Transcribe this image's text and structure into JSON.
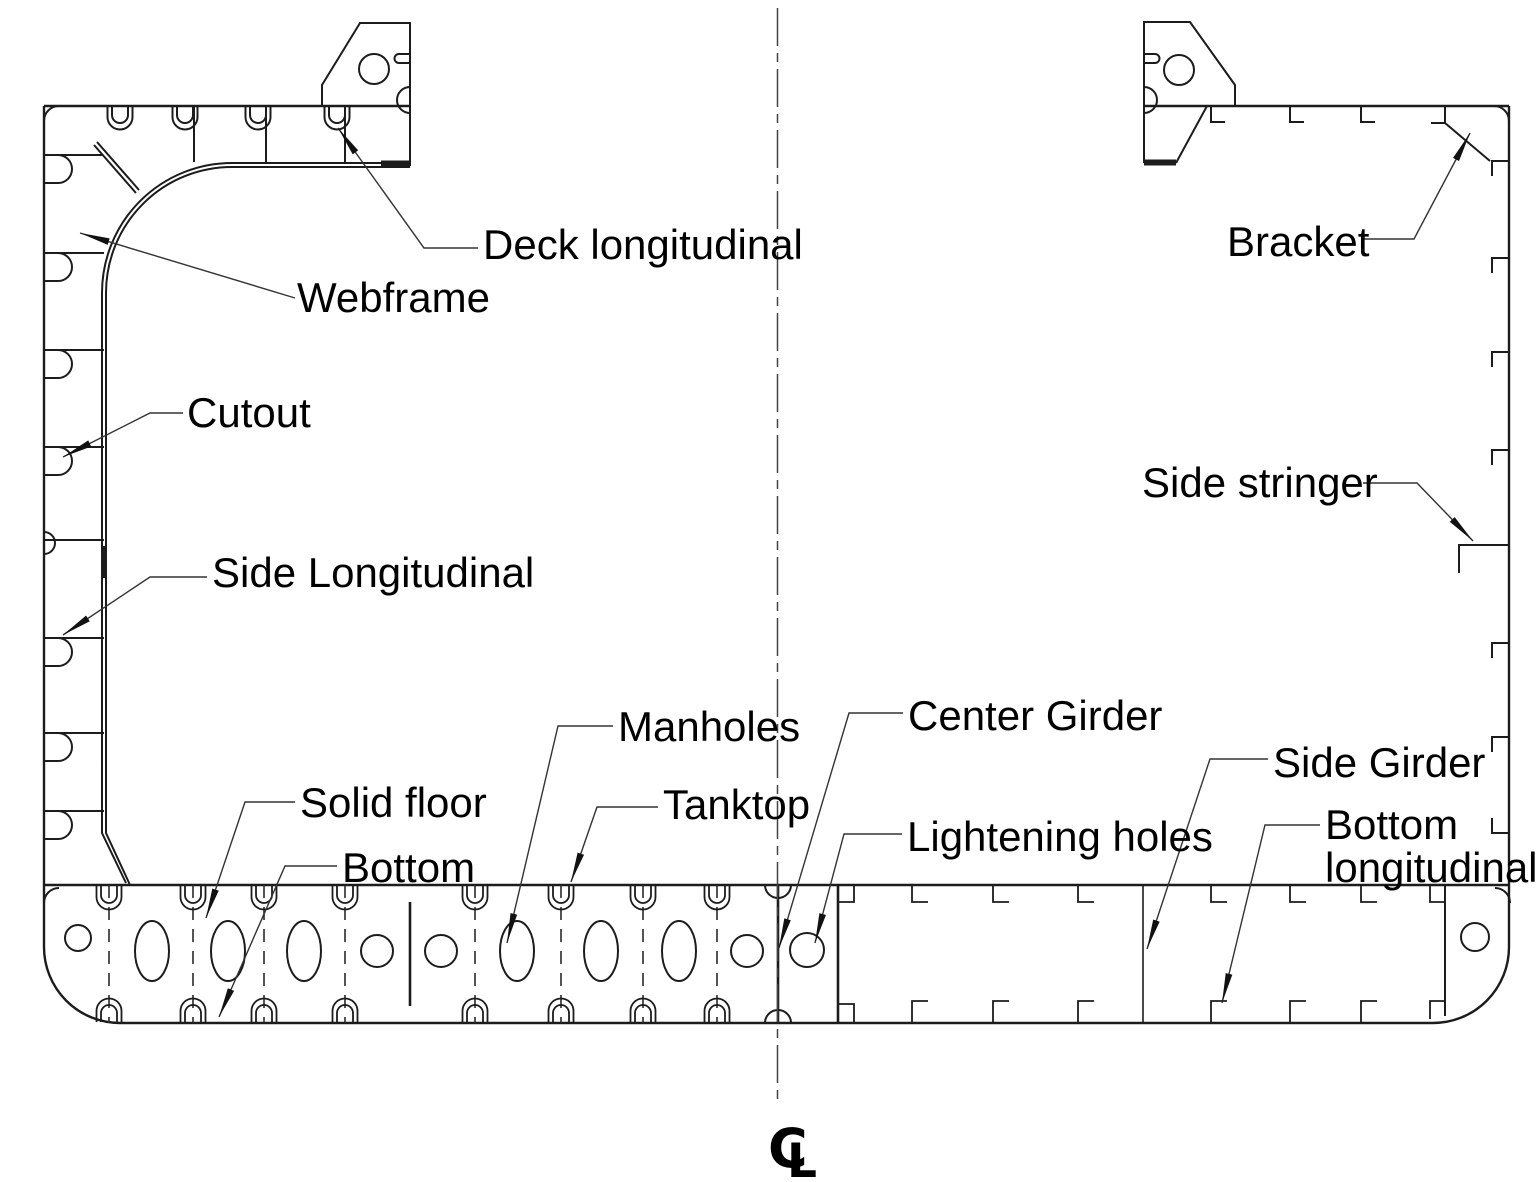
{
  "diagram": {
    "kind": "ship-midship-structural-section",
    "background_color": "#ffffff",
    "line_color": "#1c1c1c",
    "labels": {
      "deck_longitudinal": "Deck longitudinal",
      "webframe": "Webframe",
      "cutout": "Cutout",
      "side_longitudinal": "Side Longitudinal",
      "bracket": "Bracket",
      "side_stringer": "Side stringer",
      "manholes": "Manholes",
      "center_girder": "Center Girder",
      "solid_floor": "Solid floor",
      "tanktop": "Tanktop",
      "bottom": "Bottom",
      "lightening_holes": "Lightening holes",
      "side_girder": "Side Girder",
      "bottom_longitudinal_line1": "Bottom",
      "bottom_longitudinal_line2": "longitudinal"
    },
    "centerline_symbol": {
      "c": "C",
      "l": "L"
    }
  }
}
